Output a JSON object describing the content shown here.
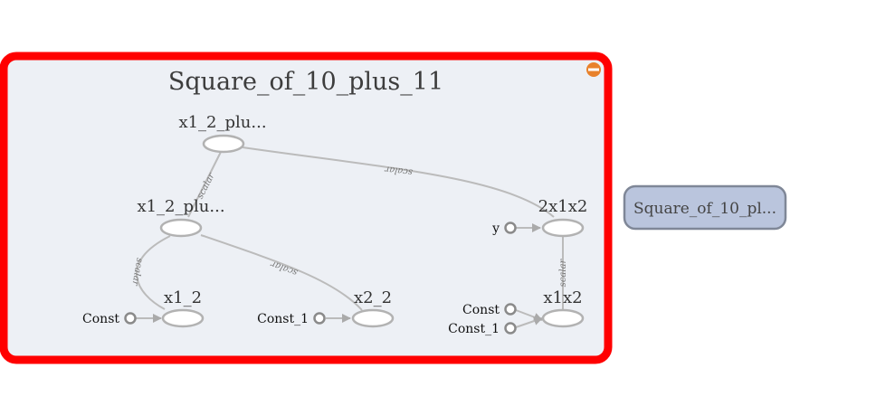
{
  "group": {
    "title": "Square_of_10_plus_11",
    "expanded_border_color": "#ff0000",
    "background_color": "#edf0f5",
    "collapse_button_icon": "minus-circle-icon",
    "collapse_button_color": "#e8812b"
  },
  "nodes": {
    "x1_2_plus_top": "x1_2_plu...",
    "x1_2_plus_mid": "x1_2_plu...",
    "twox1x2": "2x1x2",
    "x1_2": "x1_2",
    "x2_2": "x2_2",
    "x1x2": "x1x2"
  },
  "inputs": {
    "const_a": "Const",
    "const_1_a": "Const_1",
    "y": "y",
    "const_b": "Const",
    "const_1_b": "Const_1"
  },
  "edge_labels": {
    "top_to_mid": "scalar",
    "top_to_2x1x2": "scalar",
    "mid_to_x1_2": "scalar",
    "mid_to_x2_2": "scalar",
    "twox1x2_to_x1x2": "scalar"
  },
  "collapsed_group": {
    "label": "Square_of_10_pl...",
    "fill_color": "#bac5dd",
    "border_color": "#7f8797"
  }
}
